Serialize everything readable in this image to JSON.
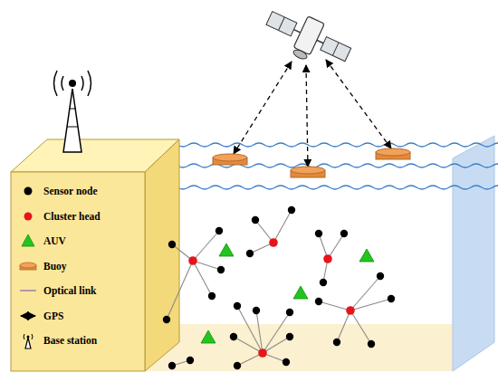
{
  "diagram": {
    "legend": [
      {
        "text": "Sensor node"
      },
      {
        "text": "Cluster head"
      },
      {
        "text": "AUV"
      },
      {
        "text": "Buoy"
      },
      {
        "text": "Optical link"
      },
      {
        "text": "GPS"
      },
      {
        "text": "Base station"
      }
    ]
  }
}
